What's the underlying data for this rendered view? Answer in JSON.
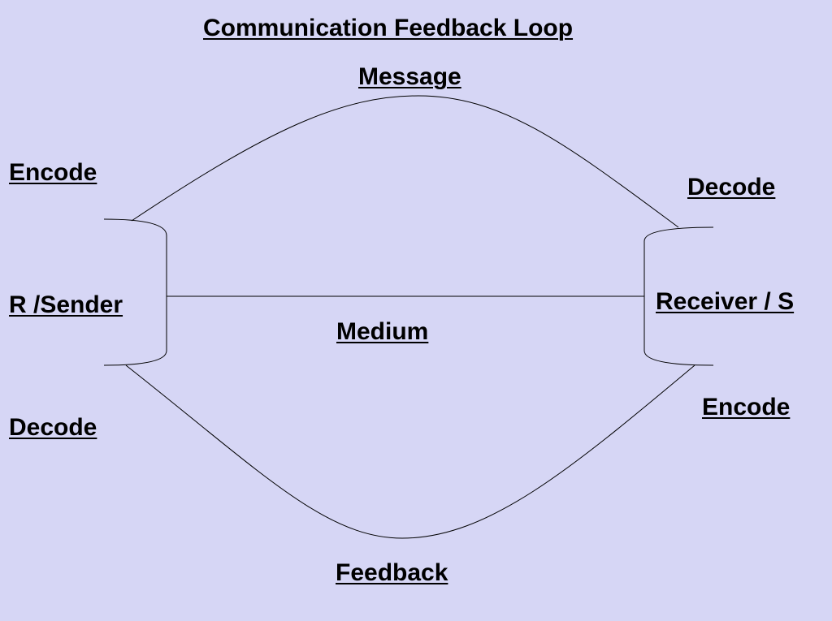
{
  "diagram": {
    "title": "Communication Feedback Loop",
    "top_label": "Message",
    "bottom_label": "Feedback",
    "middle_label": "Medium",
    "sender": {
      "name": "R /Sender",
      "top_action": "Encode",
      "bottom_action": "Decode"
    },
    "receiver": {
      "name": "Receiver / S",
      "top_action": "Decode",
      "bottom_action": "Encode"
    }
  },
  "colors": {
    "background": "#d6d6f5",
    "line": "#000000",
    "text": "#000000"
  }
}
